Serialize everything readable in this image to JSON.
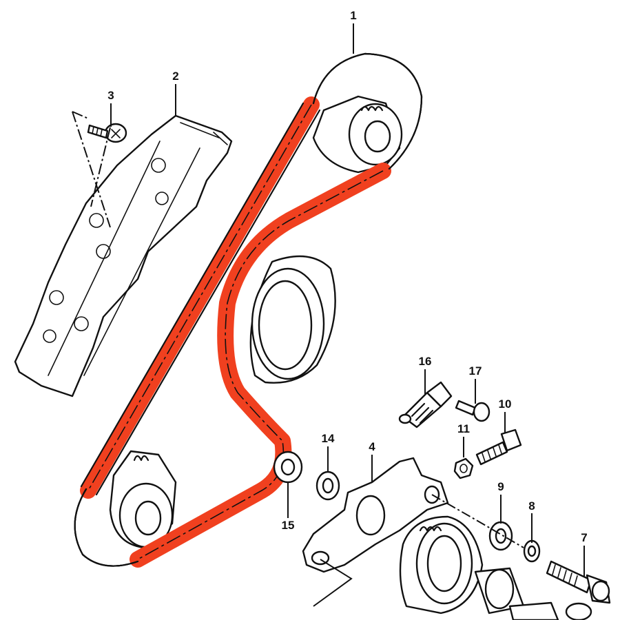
{
  "diagram": {
    "part_numbers": [
      "1",
      "2",
      "3",
      "4",
      "7",
      "8",
      "9",
      "10",
      "11",
      "14",
      "15",
      "16",
      "17"
    ]
  },
  "colors": {
    "chain_highlight": "#f0401f",
    "ink": "#111111",
    "background": "#ffffff"
  },
  "callouts": [
    {
      "label": "1",
      "part": "cam-chain"
    },
    {
      "label": "2",
      "part": "chain-guide-cover"
    },
    {
      "label": "3",
      "part": "guide-screw"
    },
    {
      "label": "4",
      "part": "tensioner-bracket"
    },
    {
      "label": "7",
      "part": "bolt-long"
    },
    {
      "label": "8",
      "part": "washer-small"
    },
    {
      "label": "9",
      "part": "washer"
    },
    {
      "label": "10",
      "part": "bolt-short"
    },
    {
      "label": "11",
      "part": "nut"
    },
    {
      "label": "14",
      "part": "washer-large"
    },
    {
      "label": "15",
      "part": "tensioner-roller"
    },
    {
      "label": "16",
      "part": "tensioner-spring"
    },
    {
      "label": "17",
      "part": "pin-bolt"
    }
  ]
}
